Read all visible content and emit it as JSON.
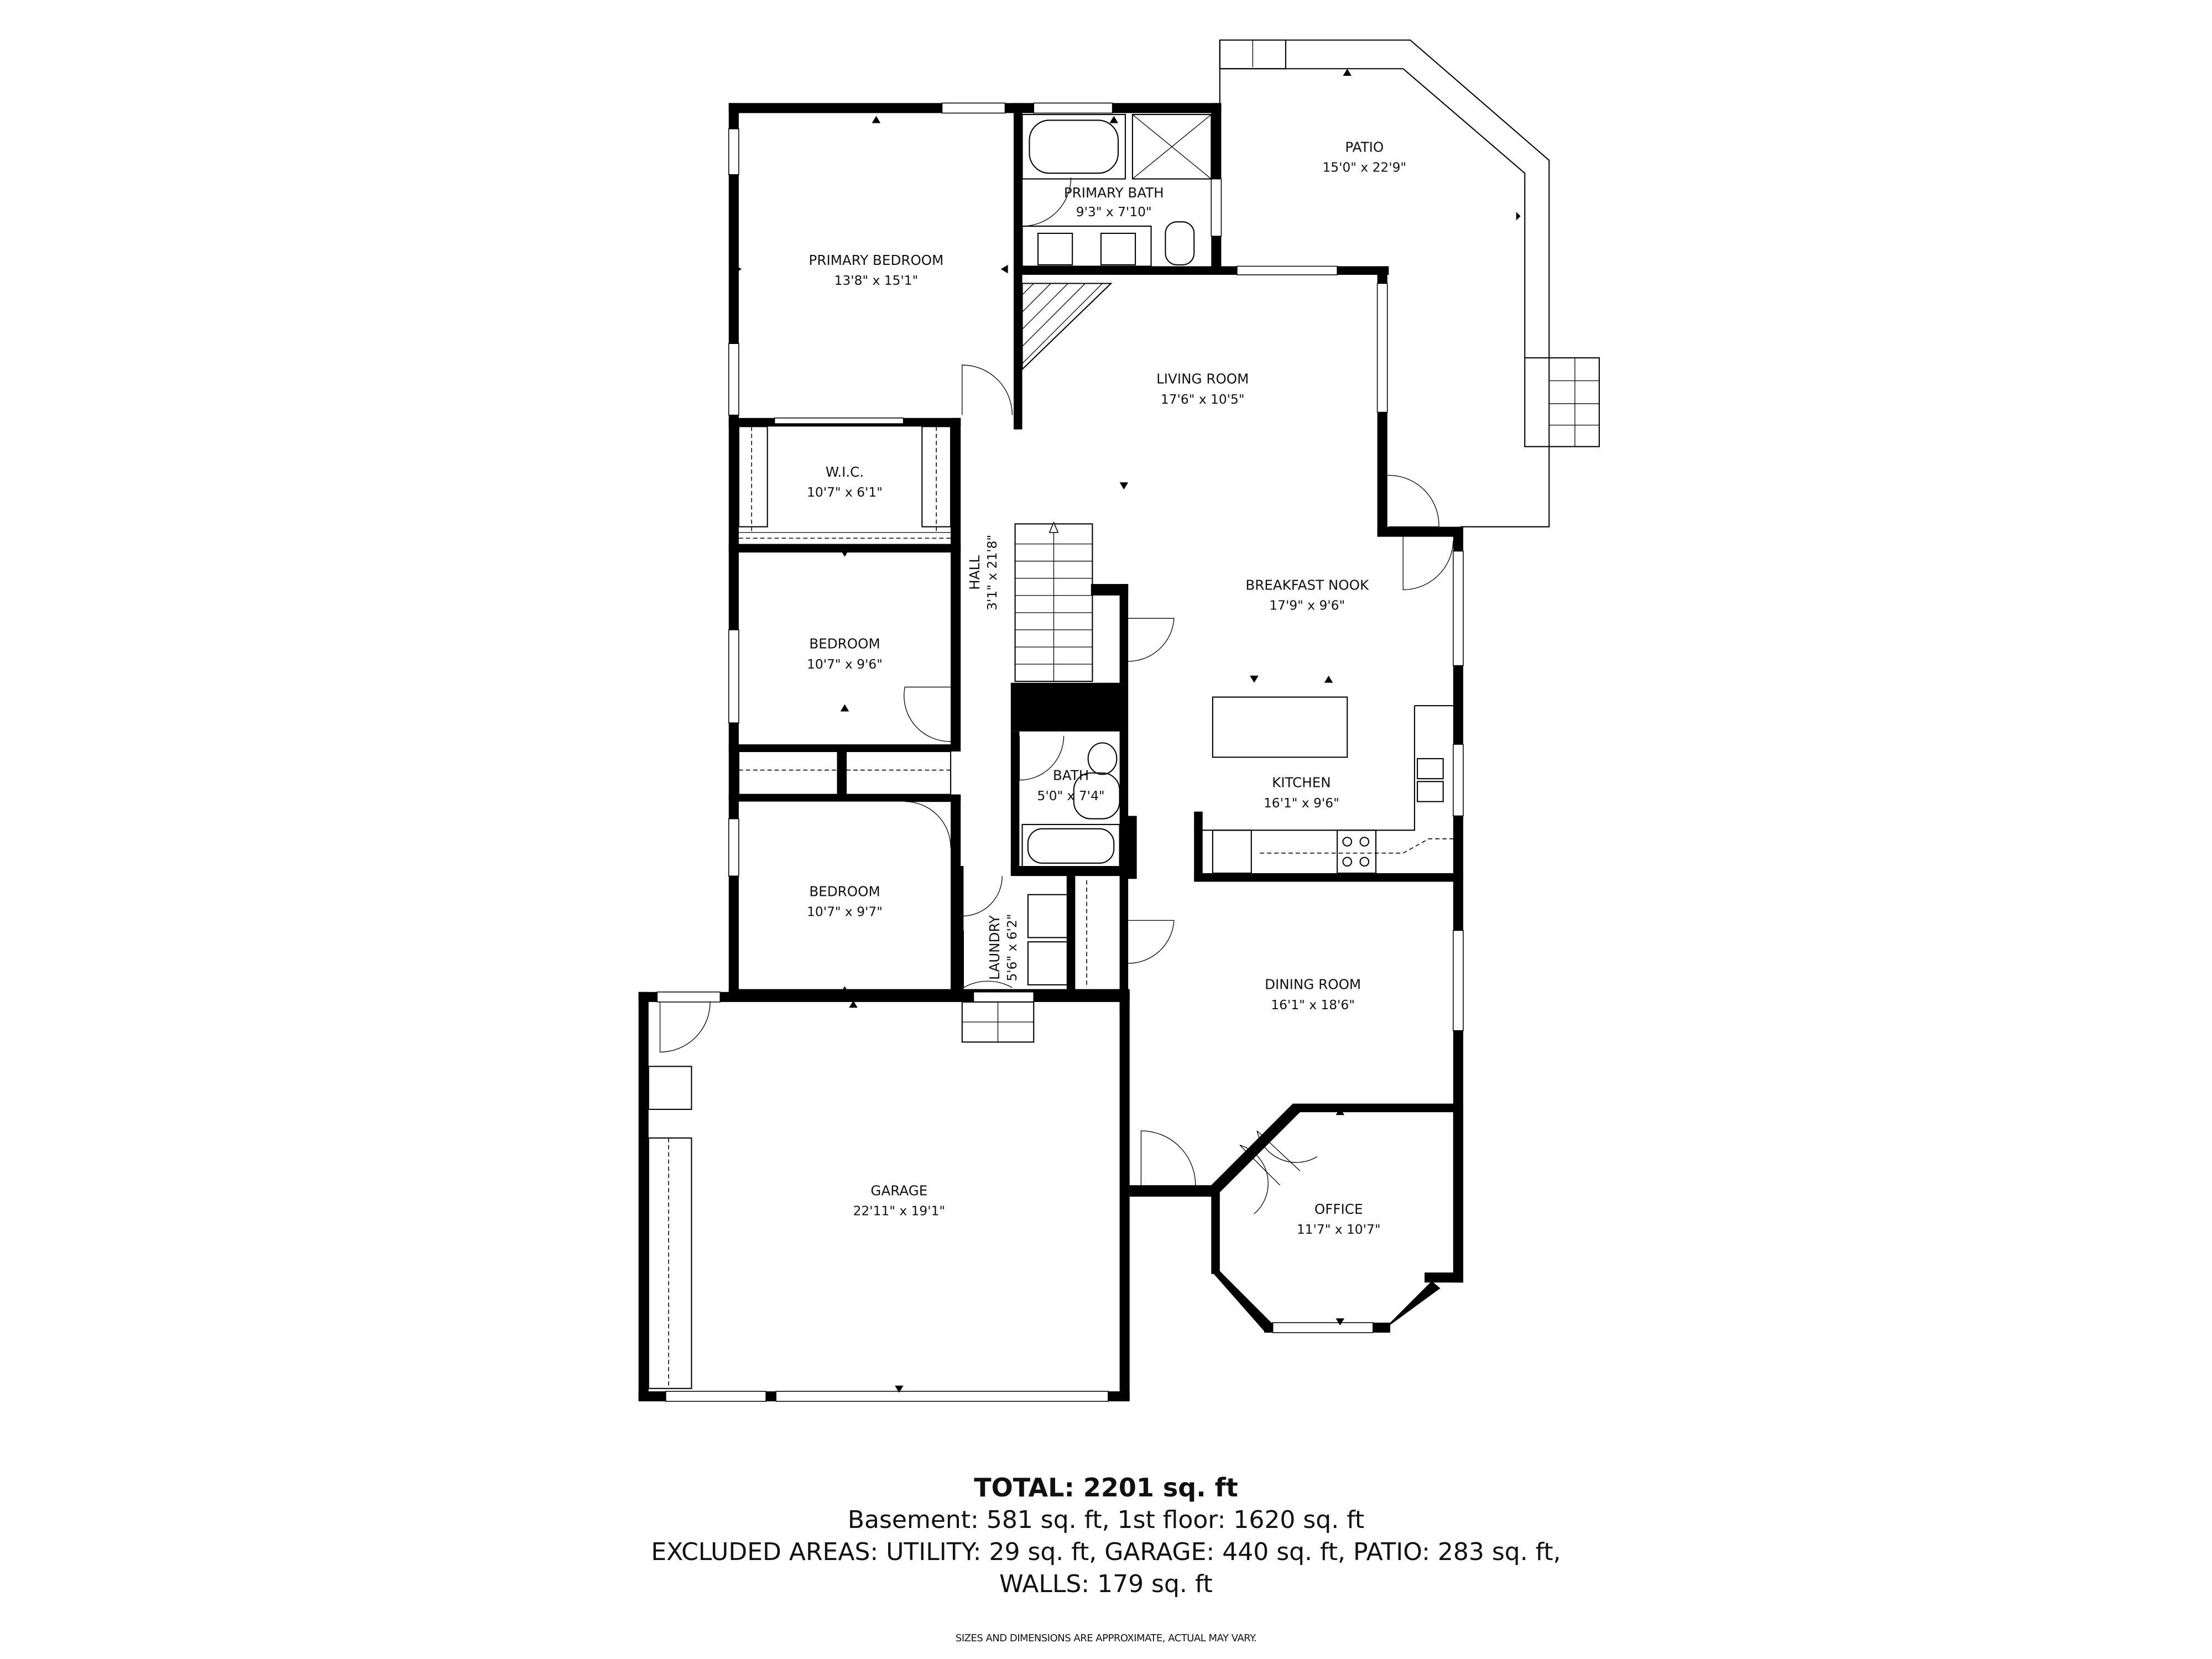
{
  "rooms": {
    "primary_bedroom": {
      "name": "PRIMARY BEDROOM",
      "dim": "13'8\" x 15'1\""
    },
    "primary_bath": {
      "name": "PRIMARY BATH",
      "dim": "9'3\" x 7'10\""
    },
    "patio": {
      "name": "PATIO",
      "dim": "15'0\" x 22'9\""
    },
    "living_room": {
      "name": "LIVING ROOM",
      "dim": "17'6\" x 10'5\""
    },
    "wic": {
      "name": "W.I.C.",
      "dim": "10'7\" x 6'1\""
    },
    "hall": {
      "name": "HALL",
      "dim": "3'1\" x 21'8\""
    },
    "breakfast_nook": {
      "name": "BREAKFAST NOOK",
      "dim": "17'9\" x 9'6\""
    },
    "bedroom_1": {
      "name": "BEDROOM",
      "dim": "10'7\" x 9'6\""
    },
    "bath": {
      "name": "BATH",
      "dim": "5'0\" x 7'4\""
    },
    "kitchen": {
      "name": "KITCHEN",
      "dim": "16'1\" x 9'6\""
    },
    "bedroom_2": {
      "name": "BEDROOM",
      "dim": "10'7\" x 9'7\""
    },
    "laundry": {
      "name": "LAUNDRY",
      "dim": "5'6\" x 6'2\""
    },
    "dining_room": {
      "name": "DINING ROOM",
      "dim": "16'1\" x 18'6\""
    },
    "garage": {
      "name": "GARAGE",
      "dim": "22'11\" x 19'1\""
    },
    "office": {
      "name": "OFFICE",
      "dim": "11'7\" x 10'7\""
    }
  },
  "summary": {
    "total": "TOTAL: 2201 sq. ft",
    "floors": "Basement: 581 sq. ft, 1st floor: 1620 sq. ft",
    "excluded": "EXCLUDED AREAS: UTILITY: 29 sq. ft, GARAGE: 440 sq. ft, PATIO: 283 sq. ft,",
    "walls": "WALLS: 179 sq. ft",
    "disclaimer": "SIZES AND DIMENSIONS ARE APPROXIMATE, ACTUAL MAY VARY."
  },
  "colors": {
    "wall": "#000000",
    "background": "#ffffff"
  }
}
